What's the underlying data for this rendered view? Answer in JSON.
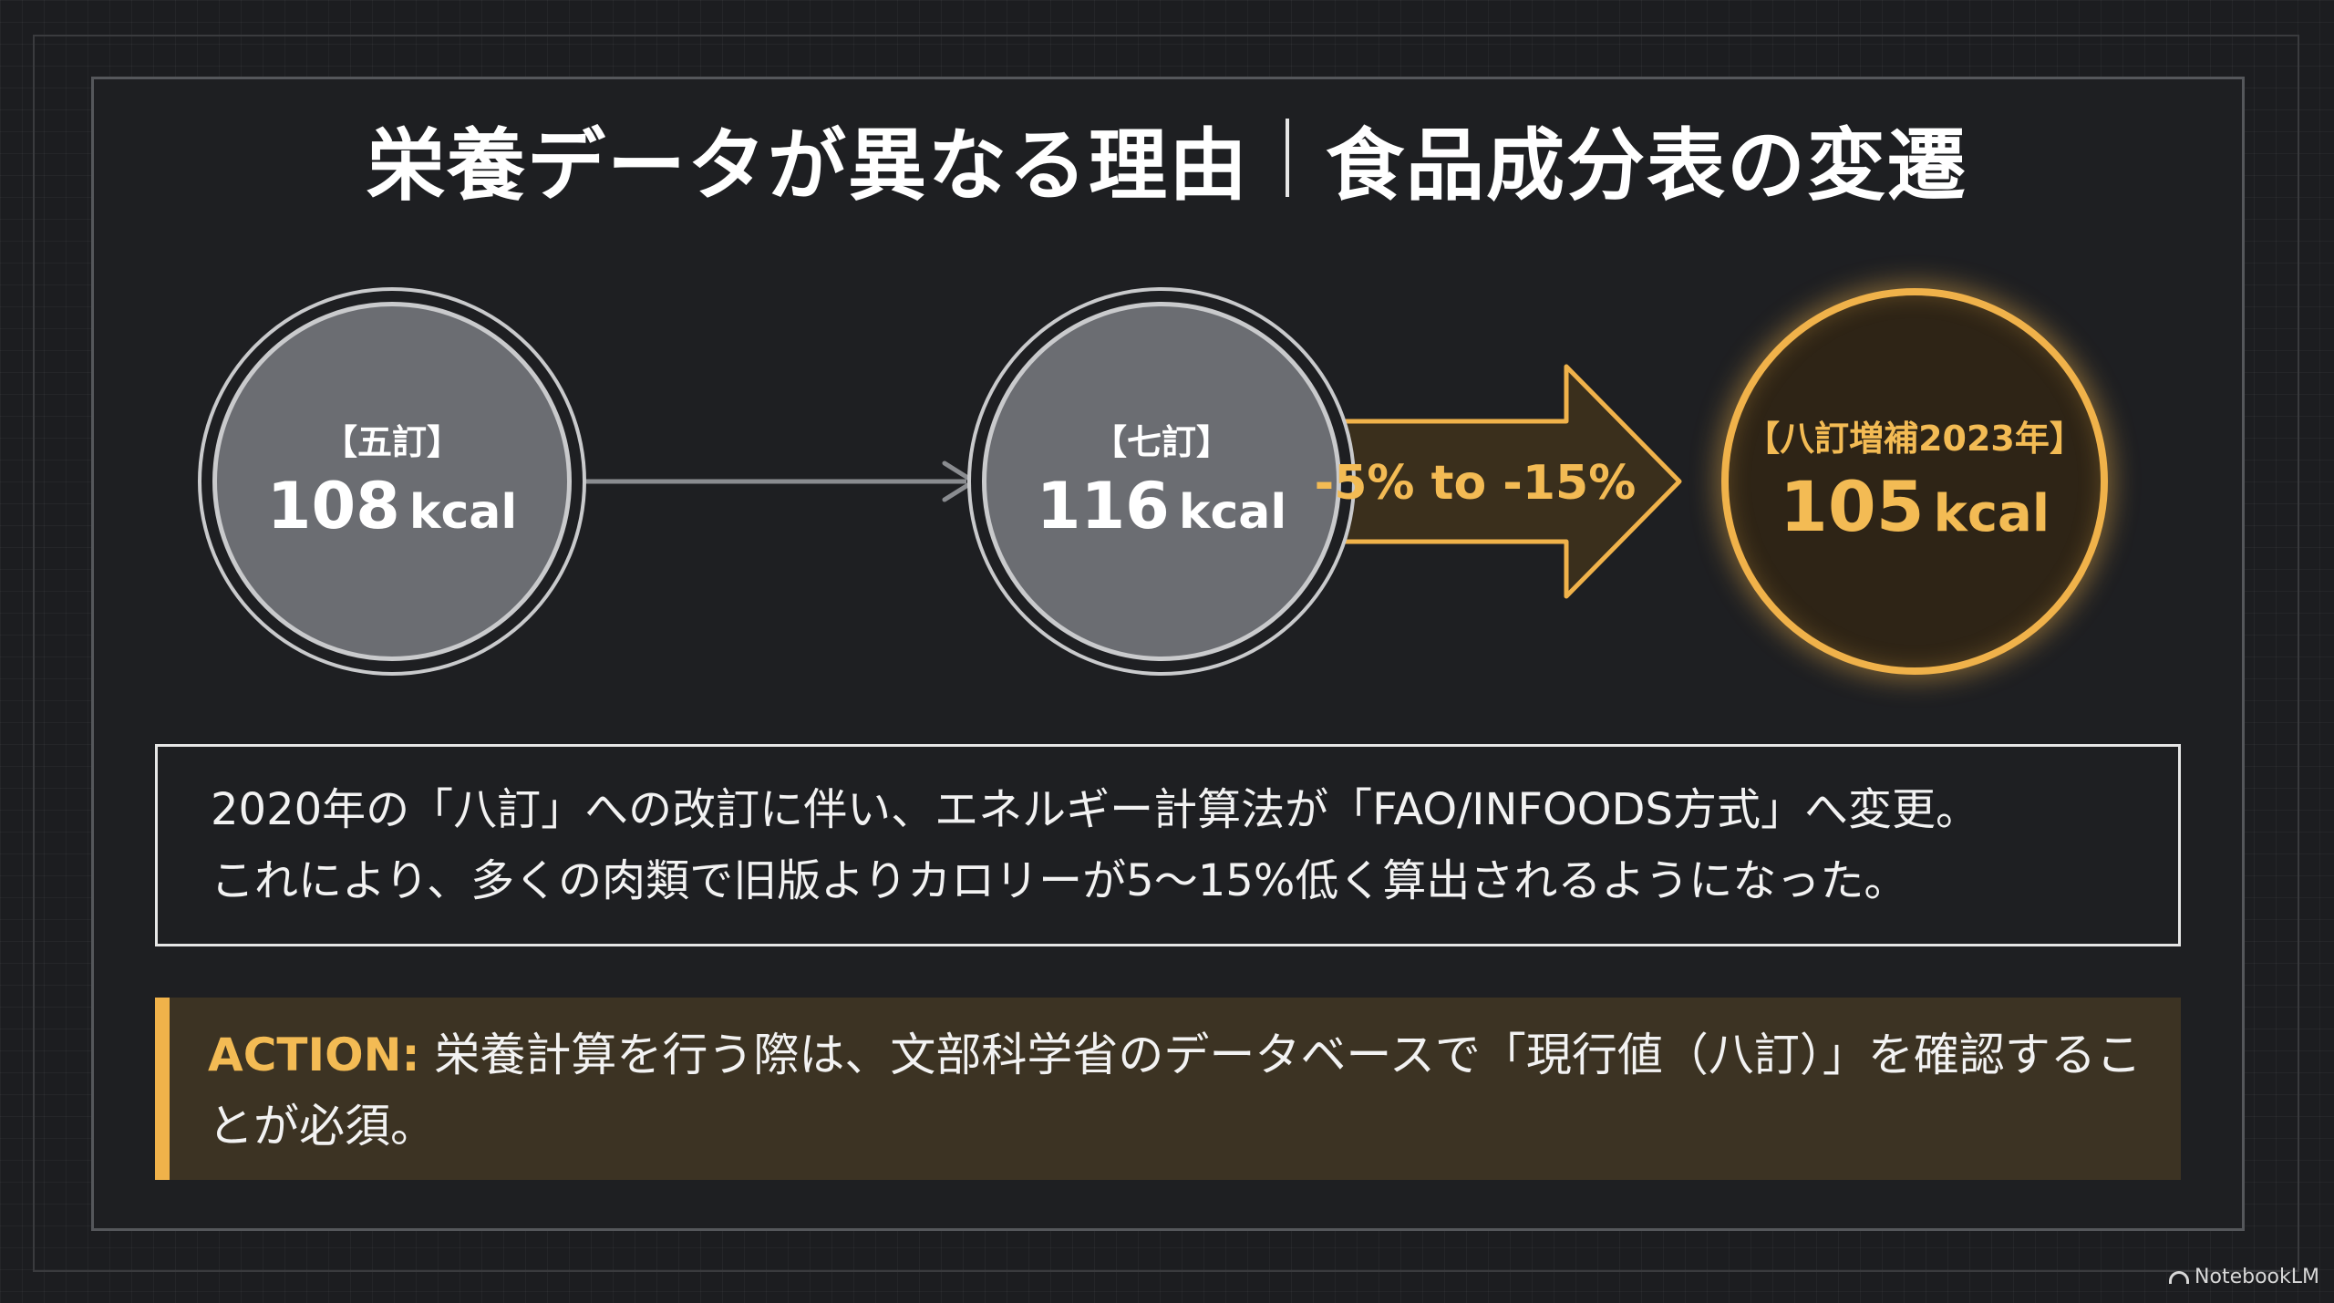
{
  "title": {
    "left": "栄養データが異なる理由",
    "right": "食品成分表の変遷"
  },
  "stages": [
    {
      "label": "【五訂】",
      "value": "108",
      "unit": "kcal"
    },
    {
      "label": "【七訂】",
      "value": "116",
      "unit": "kcal"
    },
    {
      "label": "【八訂増補2023年】",
      "value": "105",
      "unit": "kcal"
    }
  ],
  "change_label": "-5% to -15%",
  "note": {
    "line1": "2020年の「八訂」への改訂に伴い、エネルギー計算法が「FAO/INFOODS方式」へ変更。",
    "line2": "これにより、多くの肉類で旧版よりカロリーが5〜15%低く算出されるようになった。"
  },
  "action": {
    "label": "ACTION:",
    "text": "栄養計算を行う際は、文部科学省のデータベースで「現行値（八訂）」を確認することが必須。"
  },
  "brand": "NotebookLM",
  "colors": {
    "accent": "#f0b24a",
    "accent_text": "#f3bb54",
    "circle_grey": "#6b6d72",
    "background": "#1e1f22"
  }
}
